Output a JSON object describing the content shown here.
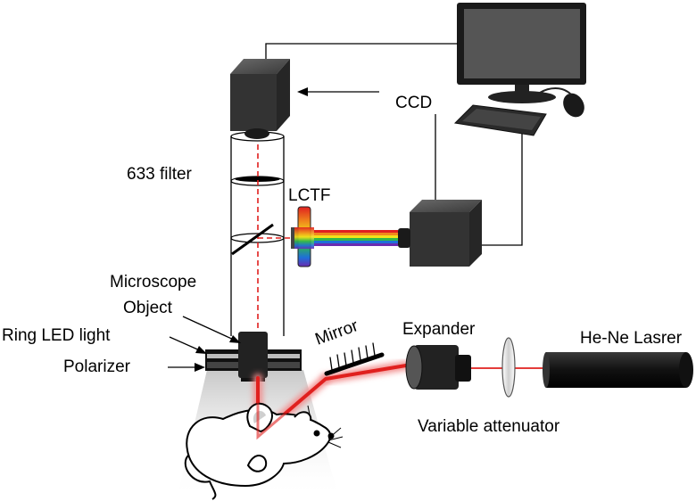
{
  "labels": {
    "ccd": "CCD",
    "filter": "633 filter",
    "lctf": "LCTF",
    "microscope": "Microscope",
    "object": "Object",
    "ring_led": "Ring LED light",
    "polarizer": "Polarizer",
    "mirror": "Mirror",
    "expander": "Expander",
    "laser": "He-Ne Lasrer",
    "attenuator": "Variable attenuator"
  },
  "colors": {
    "laser_beam": "#e0201e",
    "beam_glow": "#f28b8b",
    "device_dark": "#2b2b2b",
    "spectrum": [
      "#e02020",
      "#f08a1c",
      "#f2e21a",
      "#2fb84a",
      "#1e6fd9",
      "#6a2bb0"
    ]
  },
  "icons": {
    "computer": "monitor-icon",
    "keyboard": "keyboard-icon",
    "mouse": "mouse-icon",
    "subject": "mouse-animal-icon"
  }
}
